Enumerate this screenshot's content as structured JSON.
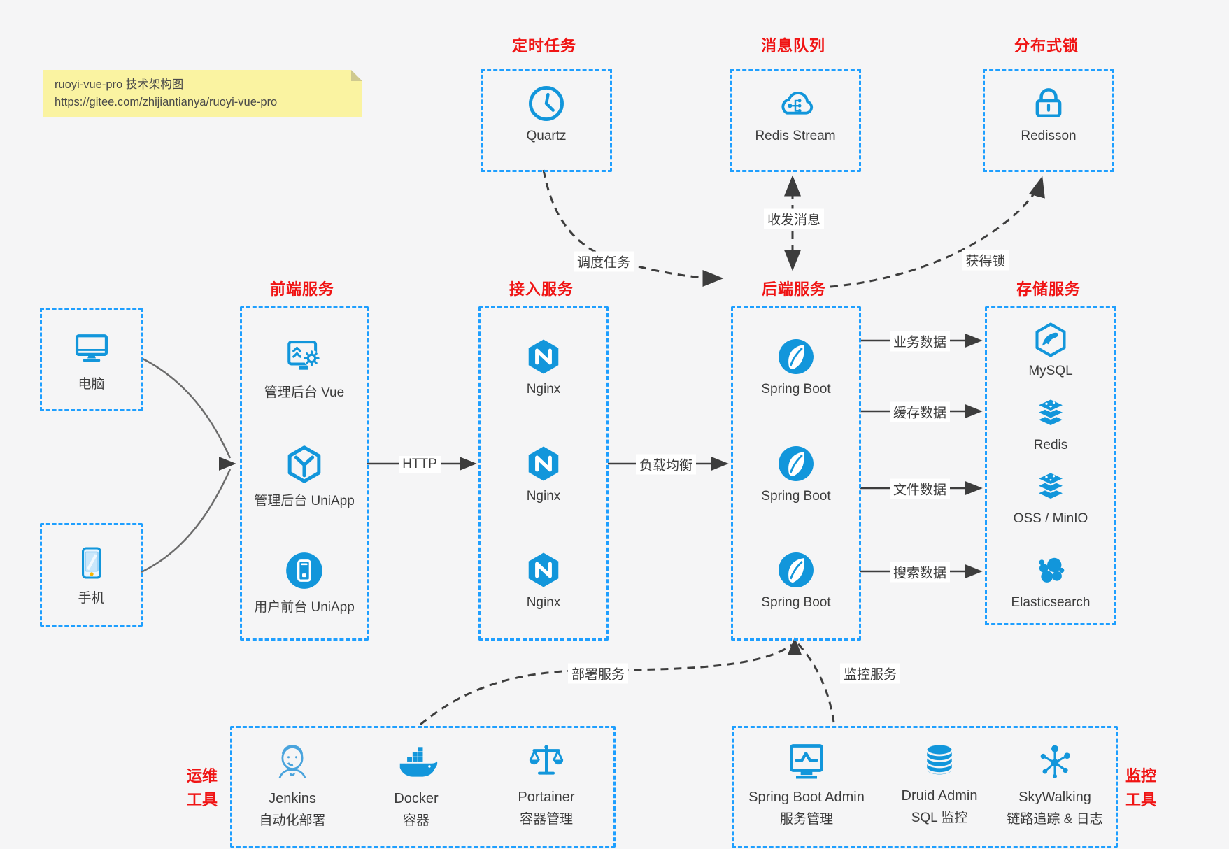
{
  "colors": {
    "bg": "#f5f5f6",
    "blue": "#1296db",
    "border": "#1e9fff",
    "red": "#f01414",
    "ink": "#3c3c3c",
    "arrow": "#3d3d3d",
    "note": "#faf3a1"
  },
  "note": {
    "line1": "ruoyi-vue-pro 技术架构图",
    "line2": "https://gitee.com/zhijiantianya/ruoyi-vue-pro"
  },
  "top_services": [
    {
      "title": "定时任务",
      "item": "Quartz",
      "icon": "clock-icon"
    },
    {
      "title": "消息队列",
      "item": "Redis Stream",
      "icon": "cloud-mq-icon"
    },
    {
      "title": "分布式锁",
      "item": "Redisson",
      "icon": "lock-icon"
    }
  ],
  "clients": [
    {
      "label": "电脑",
      "icon": "desktop-icon"
    },
    {
      "label": "手机",
      "icon": "phone-icon"
    }
  ],
  "columns": [
    {
      "title": "前端服务",
      "items": [
        "管理后台 Vue",
        "管理后台 UniApp",
        "用户前台 UniApp"
      ]
    },
    {
      "title": "接入服务",
      "items": [
        "Nginx",
        "Nginx",
        "Nginx"
      ]
    },
    {
      "title": "后端服务",
      "items": [
        "Spring Boot",
        "Spring Boot",
        "Spring Boot"
      ]
    },
    {
      "title": "存储服务",
      "items": [
        "MySQL",
        "Redis",
        "OSS / MinIO",
        "Elasticsearch"
      ]
    }
  ],
  "edges": {
    "http": "HTTP",
    "load_balance": "负载均衡",
    "business_data": "业务数据",
    "cache_data": "缓存数据",
    "file_data": "文件数据",
    "search_data": "搜索数据",
    "schedule": "调度任务",
    "message": "收发消息",
    "acquire_lock": "获得锁",
    "deploy": "部署服务",
    "monitor": "监控服务"
  },
  "ops_tools": {
    "label_lines": [
      "运维",
      "工具"
    ],
    "items": [
      {
        "name": "Jenkins",
        "desc": "自动化部署"
      },
      {
        "name": "Docker",
        "desc": "容器"
      },
      {
        "name": "Portainer",
        "desc": "容器管理"
      }
    ]
  },
  "monitor_tools": {
    "label_lines": [
      "监控",
      "工具"
    ],
    "items": [
      {
        "name": "Spring Boot Admin",
        "desc": "服务管理"
      },
      {
        "name": "Druid Admin",
        "desc": "SQL 监控"
      },
      {
        "name": "SkyWalking",
        "desc": "链路追踪 & 日志"
      }
    ]
  }
}
